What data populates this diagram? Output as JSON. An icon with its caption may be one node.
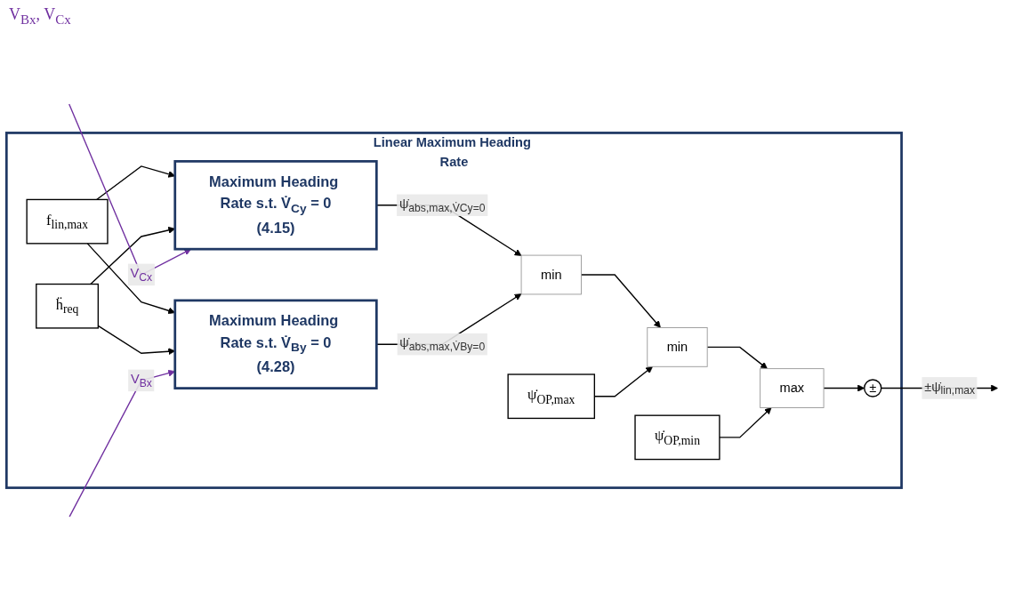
{
  "diagram": {
    "nodes": [
      {
        "text": [
          "Linear Maximum Heading Rate"
        ]
      },
      {
        "text": [
          "f$_{lin,max}$"
        ],
        "in": 0
      },
      {
        "text": [
          "ḧ$_{req}$"
        ],
        "in": 0
      },
      {
        "text": [
          "Maximum Heading Rate s.t. V̇$_{Cy}$ = 0",
          "(4.15)"
        ],
        "in": 0
      },
      {
        "text": [
          "Maximum Heading Rate s.t. V̇$_{By}$ = 0",
          "(4.28)"
        ],
        "in": 0
      },
      {
        "text": [
          "min"
        ],
        "in": 0
      },
      {
        "text": [
          "ψ̇$_{OP,max}$"
        ],
        "in": 0
      },
      {
        "text": [
          "min"
        ],
        "in": 0
      },
      {
        "text": [
          "ψ̇$_{OP,min}$"
        ],
        "in": 0
      },
      {
        "text": [
          "max"
        ],
        "in": 0
      },
      {
        "text": [
          "±"
        ],
        "in": 0
      }
    ],
    "edges": [
      {
        "from": 1,
        "to": 3,
        "arrow": "to"
      },
      {
        "from": 1,
        "to": 4,
        "arrow": "to"
      },
      {
        "from": 2,
        "to": 3,
        "arrow": "to"
      },
      {
        "from": 2,
        "to": 4,
        "arrow": "to"
      },
      {
        "from": null,
        "to": 3,
        "arrow": "to",
        "label": "V$_{Cx}$",
        "color": "#7030a0"
      },
      {
        "from": null,
        "to": 4,
        "arrow": "to",
        "label": "V$_{Bx}$",
        "color": "#7030a0"
      },
      {
        "from": 3,
        "to": 5,
        "arrow": "to",
        "label": "ψ̇$_{abs,max,V̇Cy=0}$"
      },
      {
        "from": 4,
        "to": 5,
        "arrow": "to",
        "label": "ψ̇$_{abs,max,V̇By=0}$"
      },
      {
        "from": 5,
        "to": 7,
        "arrow": "to"
      },
      {
        "from": 6,
        "to": 7,
        "arrow": "to"
      },
      {
        "from": 7,
        "to": 9,
        "arrow": "to"
      },
      {
        "from": 8,
        "to": 9,
        "arrow": "to"
      },
      {
        "from": 9,
        "to": 10,
        "arrow": "to"
      },
      {
        "from": 10,
        "to": null,
        "arrow": "to",
        "label": "±ψ̇$_{lin,max}$"
      }
    ],
    "labels": [
      "V$_{Bx}$, V$_{Cx}$"
    ]
  }
}
